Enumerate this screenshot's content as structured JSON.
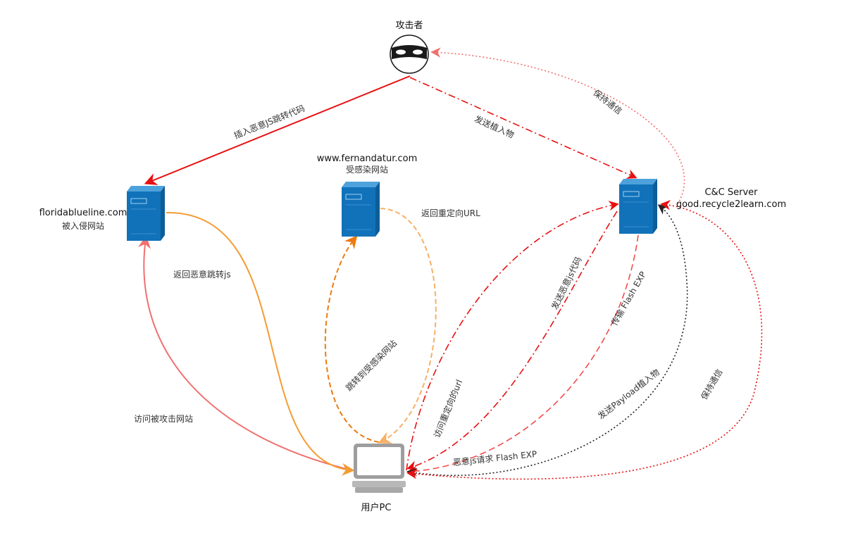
{
  "nodes": {
    "attacker": {
      "label": "攻击者"
    },
    "compromised_site": {
      "domain": "floridablueline.com",
      "label": "被入侵网站"
    },
    "infected_site": {
      "domain": "www.fernandatur.com",
      "label": "受感染网站"
    },
    "cc_server": {
      "title": "C&C Server",
      "domain": "good.recycle2learn.com"
    },
    "user_pc": {
      "label": "用户PC"
    }
  },
  "edges": {
    "insert_js": "插入恶意JS跳转代码",
    "send_implant": "发送植入物",
    "keep_comm_top": "保持通信",
    "return_redirect_url": "返回重定向URL",
    "return_malicious_js": "返回恶意跳转js",
    "redirect_to_infected": "跳转到受感染网站",
    "visit_attacked_site": "访问被攻击网站",
    "visit_redirect_url": "访问重定向的url",
    "send_malicious_js": "发送恶意js代码",
    "transfer_flash": "传输 Flash EXP",
    "send_payload": "发送Payload植入物",
    "keep_comm_right": "保持通信",
    "request_flash": "恶意js请求 Flash EXP"
  },
  "colors": {
    "server_blue": "#1172b9",
    "red": "#e81010",
    "red_dashed": "#f24b4b",
    "salmon": "#f07070",
    "orange": "#f39c33",
    "orange_dark": "#ec7a0f",
    "orange_light": "#f7b066",
    "black": "#222222"
  }
}
